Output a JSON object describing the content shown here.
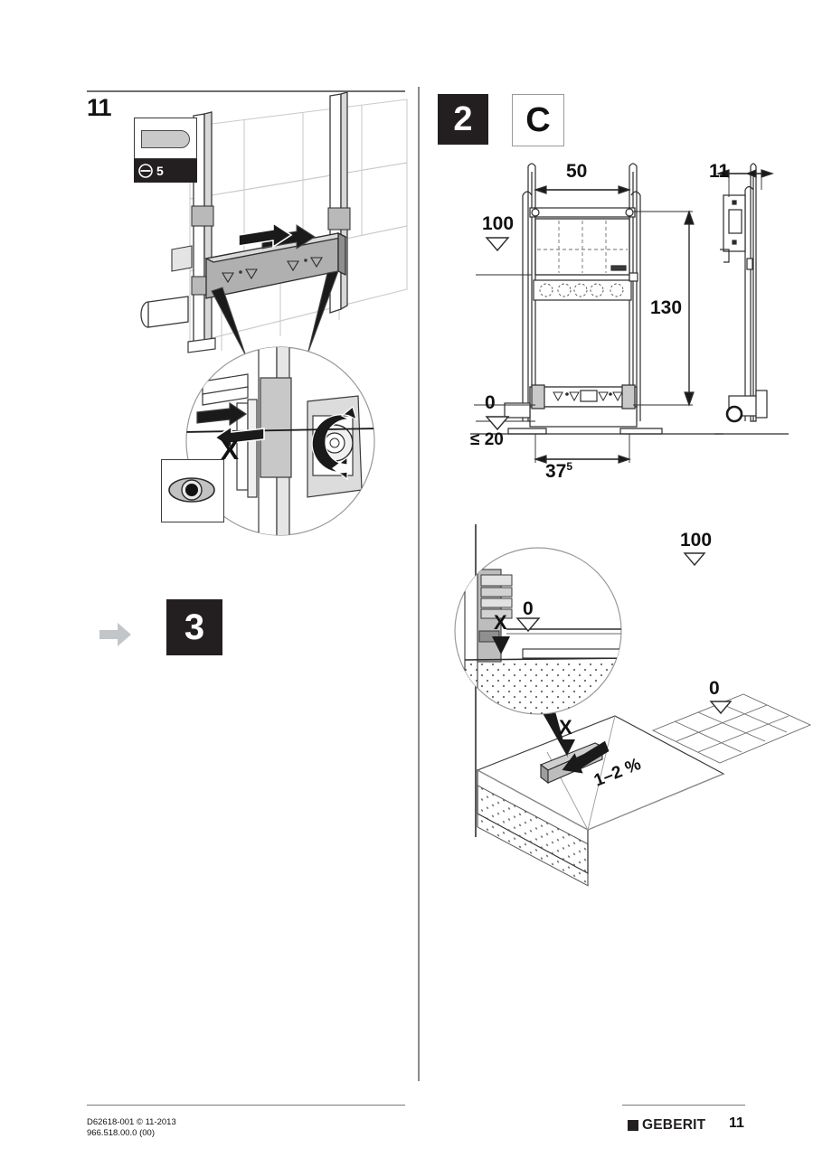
{
  "page": {
    "number": "11",
    "step_number": "11"
  },
  "left_panel": {
    "tool_callout": {
      "tool_icon": "flathead-screwdriver-blade",
      "screw_icon": "slotted-screw-head",
      "size": "5"
    },
    "detail_markers": {
      "x_label": "X",
      "eye_icon": "eye-icon"
    },
    "next_step": {
      "arrow_icon": "arrow-right-icon",
      "label": "3"
    }
  },
  "right_panel": {
    "section_badge": "2",
    "variant_badge": "C",
    "dimensions": {
      "width": "50",
      "depth": "11",
      "height": "130",
      "base_width": "37",
      "base_width_sup": "5",
      "max_offset": "≤ 20"
    },
    "levels": {
      "upper": "100",
      "lower": "0"
    }
  },
  "bottom_panel": {
    "levels": {
      "wall": "100",
      "floor_detail": "0",
      "floor_tile": "0"
    },
    "markers": {
      "x_detail": "X",
      "x_floor": "X"
    },
    "slope_label": "1–2 %"
  },
  "footer": {
    "doc_code": "D62618-001 © 11-2013",
    "article_code": "966.518.00.0 (00)",
    "brand": "GEBERIT",
    "page": "11"
  },
  "colors": {
    "ink": "#231f20",
    "rule": "#7a7a7a",
    "fill_gray": "#c9c9c9",
    "arrow_gray": "#c2c6c8"
  }
}
